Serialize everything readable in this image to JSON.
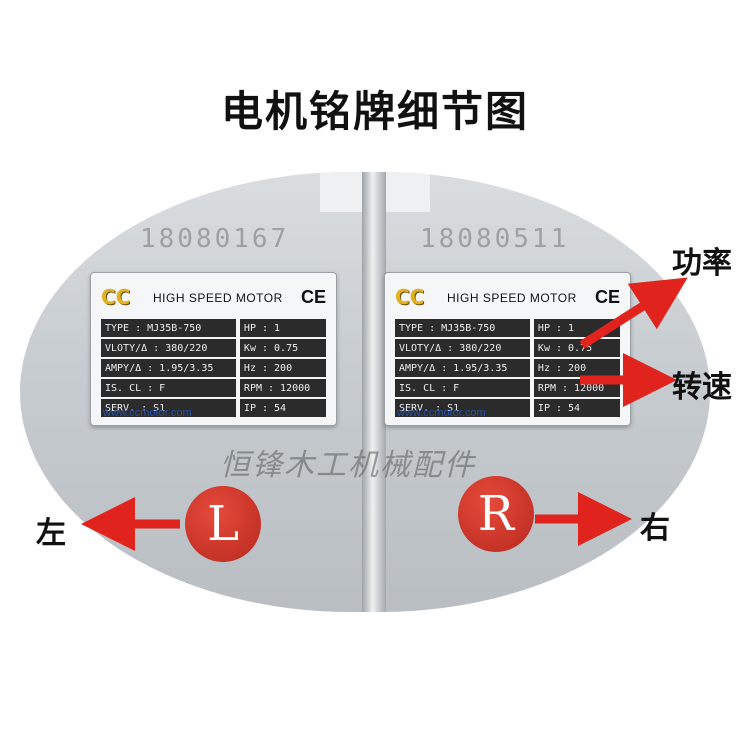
{
  "title": "电机铭牌细节图",
  "ghost_numbers": {
    "left": "18080167",
    "right": "18080511"
  },
  "plate": {
    "logo": "CC",
    "heading": "HIGH SPEED MOTOR",
    "ce": "CE",
    "rows": [
      [
        "TYPE : MJ35B-750",
        "HP : 1"
      ],
      [
        "VLOTY/Δ : 380/220",
        "Kw : 0.75"
      ],
      [
        "AMPY/Δ : 1.95/3.35",
        "Hz : 200"
      ],
      [
        "IS. CL : F",
        "RPM : 12000"
      ],
      [
        "SERV. : S1",
        "IP : 54"
      ]
    ],
    "url": "www.ccmotor.com"
  },
  "watermark": "恒锋木工机械配件",
  "badges": {
    "left": "L",
    "right": "R"
  },
  "labels": {
    "power": "功率",
    "speed": "转速",
    "left": "左",
    "right": "右"
  },
  "colors": {
    "arrow": "#e0231c",
    "badge": "#c8302a",
    "logo": "#e3b21a"
  }
}
